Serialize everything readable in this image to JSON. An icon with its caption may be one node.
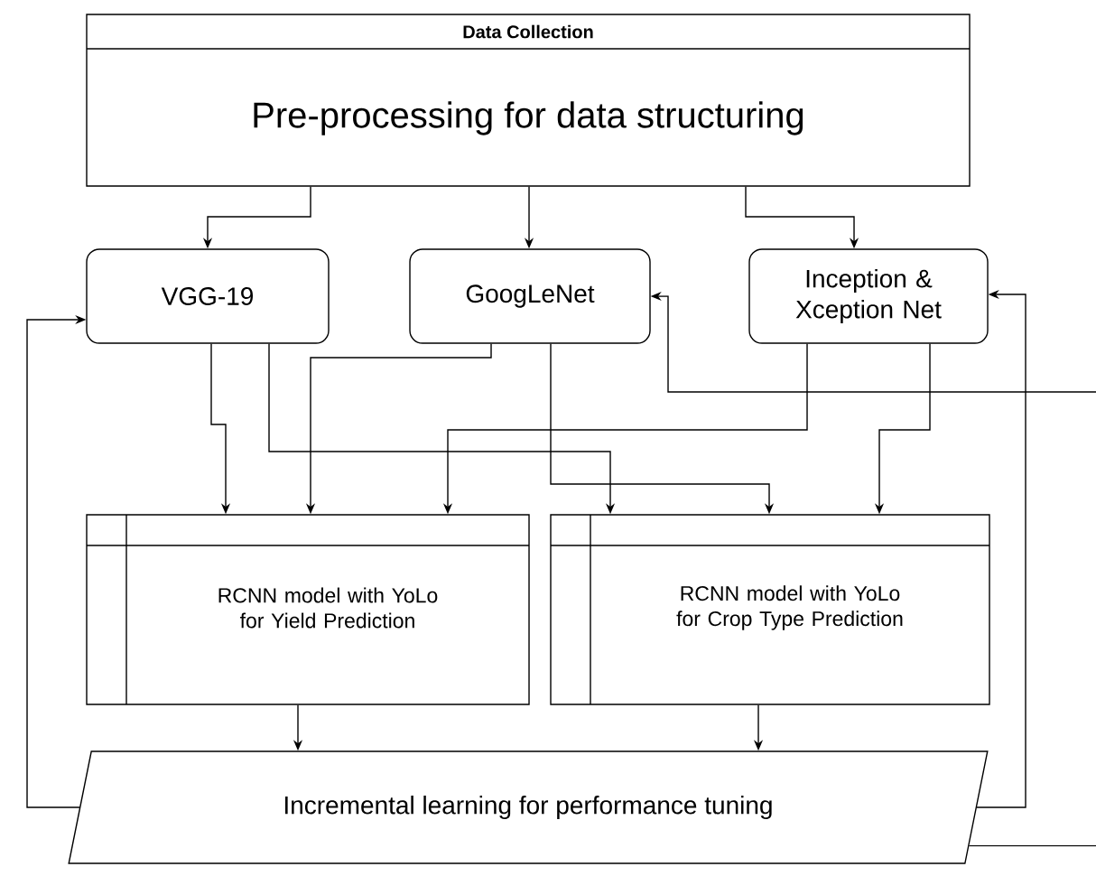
{
  "diagram": {
    "nodes": [
      {
        "text": [
          "Data Collection",
          "Pre-processing for data structuring"
        ]
      },
      {
        "text": [
          "VGG-19"
        ]
      },
      {
        "text": [
          "GoogLeNet"
        ]
      },
      {
        "text": [
          "Inception & Xception Net"
        ]
      },
      {
        "text": [
          "RCNN model with YoLo for Yield Prediction"
        ]
      },
      {
        "text": [
          "RCNN model with YoLo for Crop Type Prediction"
        ]
      },
      {
        "text": [
          "Incremental learning for performance tuning"
        ]
      }
    ],
    "edges": [
      {
        "from": 0,
        "to": 1,
        "arrow": "to"
      },
      {
        "from": 0,
        "to": 2,
        "arrow": "to"
      },
      {
        "from": 0,
        "to": 3,
        "arrow": "to"
      },
      {
        "from": 1,
        "to": 4,
        "arrow": "to"
      },
      {
        "from": 1,
        "to": 5,
        "arrow": "to"
      },
      {
        "from": 2,
        "to": 4,
        "arrow": "to"
      },
      {
        "from": 2,
        "to": 5,
        "arrow": "to"
      },
      {
        "from": 3,
        "to": 4,
        "arrow": "to"
      },
      {
        "from": 3,
        "to": 5,
        "arrow": "to"
      },
      {
        "from": 4,
        "to": 6,
        "arrow": "to"
      },
      {
        "from": 5,
        "to": 6,
        "arrow": "to"
      },
      {
        "from": 6,
        "to": 1,
        "arrow": "to"
      },
      {
        "from": 6,
        "to": 3,
        "arrow": "to"
      },
      {
        "from": 6,
        "to": 2,
        "arrow": "to"
      }
    ]
  }
}
